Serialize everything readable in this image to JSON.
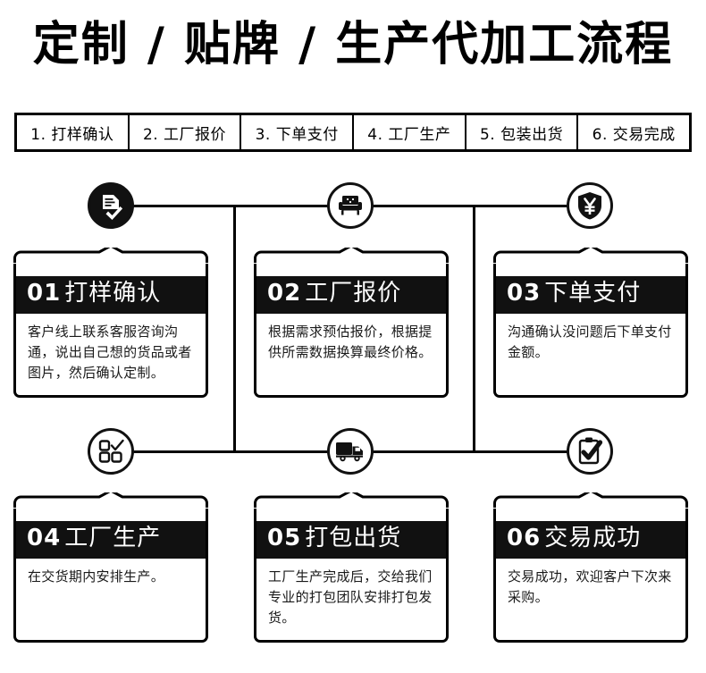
{
  "title": "定制 / 贴牌 / 生产代加工流程",
  "tabbar": {
    "items": [
      {
        "label": "1. 打样确认"
      },
      {
        "label": "2. 工厂报价"
      },
      {
        "label": "3. 下单支付"
      },
      {
        "label": "4. 工厂生产"
      },
      {
        "label": "5. 包装出货"
      },
      {
        "label": "6. 交易完成"
      }
    ]
  },
  "colors": {
    "ink": "#000000",
    "panel": "#111111",
    "page": "#ffffff"
  },
  "icons": [
    {
      "name": "document-check-icon"
    },
    {
      "name": "sofa-icon"
    },
    {
      "name": "shield-yuan-icon"
    },
    {
      "name": "grid-check-icon"
    },
    {
      "name": "delivery-truck-icon"
    },
    {
      "name": "clipboard-check-icon"
    }
  ],
  "steps": [
    {
      "number": "01",
      "title": "打样确认",
      "text": "客户线上联系客服咨询沟通，说出自己想的货品或者图片，然后确认定制。"
    },
    {
      "number": "02",
      "title": "工厂报价",
      "text": "根据需求预估报价，根据提供所需数据换算最终价格。"
    },
    {
      "number": "03",
      "title": "下单支付",
      "text": "沟通确认没问题后下单支付金额。"
    },
    {
      "number": "04",
      "title": "工厂生产",
      "text": "在交货期内安排生产。"
    },
    {
      "number": "05",
      "title": "打包出货",
      "text": "工厂生产完成后，交给我们专业的打包团队安排打包发货。"
    },
    {
      "number": "06",
      "title": "交易成功",
      "text": "交易成功，欢迎客户下次来采购。"
    }
  ]
}
